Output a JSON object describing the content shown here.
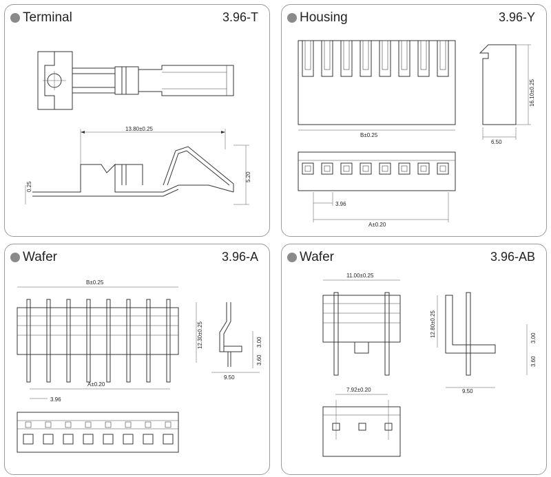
{
  "panels": {
    "terminal": {
      "title": "Terminal",
      "code": "3.96-T",
      "dims": {
        "length": "13.80±0.25",
        "height": "5.20",
        "thickness": "0.25"
      }
    },
    "housing": {
      "title": "Housing",
      "code": "3.96-Y",
      "dims": {
        "b": "B±0.25",
        "depth": "6.50",
        "height": "16.10±0.25",
        "pitch": "3.96",
        "a": "A±0.20"
      }
    },
    "wafer_a": {
      "title": "Wafer",
      "code": "3.96-A",
      "dims": {
        "b": "B±0.25",
        "a": "A±0.20",
        "pitch": "3.96",
        "height": "12.30±0.25",
        "h1": "3.00",
        "h2": "3.60",
        "depth": "9.50"
      }
    },
    "wafer_ab": {
      "title": "Wafer",
      "code": "3.96-AB",
      "dims": {
        "width": "11.00±0.25",
        "pitch": "7.92±0.20",
        "height": "12.80±0.25",
        "h1": "3.00",
        "h2": "3.60",
        "depth": "9.50"
      }
    }
  },
  "colors": {
    "border": "#9a9a9a",
    "line": "#333333",
    "dot": "#8a8a8a"
  }
}
